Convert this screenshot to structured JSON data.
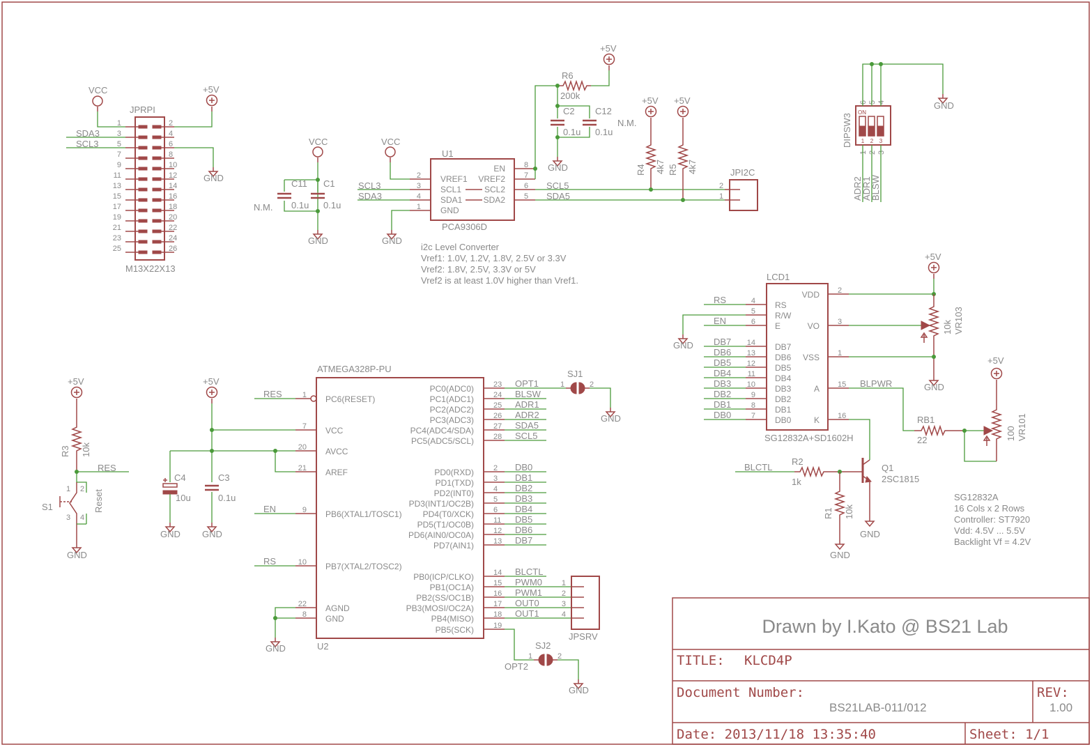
{
  "frame": {
    "border_color": "#a04848",
    "wire_color": "#4a9a3a",
    "text_color": "#8a8a8a"
  },
  "title_block": {
    "drawn_by": "Drawn by I.Kato @ BS21 Lab",
    "title_label": "TITLE:",
    "title": "KLCD4P",
    "doc_label": "Document Number:",
    "doc_number": "BS21LAB-011/012",
    "rev_label": "REV:",
    "rev": "1.00",
    "date": "Date: 2013/11/18 13:35:40",
    "sheet": "Sheet: 1/1"
  },
  "jprpi": {
    "name": "JPRPI",
    "value": "M13X22X13",
    "vcc": "VCC",
    "p5v": "+5V",
    "gnd": "GND",
    "net_sda3": "SDA3",
    "net_scl3": "SCL3",
    "left_pins": [
      "1",
      "3",
      "5",
      "7",
      "9",
      "11",
      "13",
      "15",
      "17",
      "19",
      "21",
      "23",
      "25"
    ],
    "right_pins": [
      "2",
      "4",
      "6",
      "8",
      "10",
      "12",
      "14",
      "16",
      "18",
      "20",
      "22",
      "24",
      "26"
    ]
  },
  "caps_u1": {
    "vcc": "VCC",
    "c11": "C11",
    "c11_val": "0.1u",
    "nm": "N.M.",
    "c1": "C1",
    "c1_val": "0.1u",
    "gnd": "GND"
  },
  "u1": {
    "name": "U1",
    "value": "PCA9306D",
    "vcc": "VCC",
    "gnd": "GND",
    "left_pins": [
      "2",
      "3",
      "4",
      "1"
    ],
    "left_labels": [
      "VREF1",
      "SCL1",
      "SDA1",
      "GND"
    ],
    "right_pins": [
      "8",
      "7",
      "6",
      "5"
    ],
    "right_labels": [
      "EN",
      "VREF2",
      "SCL2",
      "SDA2"
    ],
    "net_scl3": "SCL3",
    "net_sda3": "SDA3",
    "net_scl5": "SCL5",
    "net_sda5": "SDA5",
    "note": [
      "i2c Level Converter",
      "Vref1: 1.0V, 1.2V, 1.8V, 2.5V or 3.3V",
      "Vref2: 1.8V, 2.5V, 3.3V or 5V",
      "Vref2 is at least 1.0V higher than Vref1."
    ]
  },
  "r6_group": {
    "p5v": "+5V",
    "r6": "R6",
    "r6_val": "200k",
    "c2": "C2",
    "c2_val": "0.1u",
    "c12": "C12",
    "c12_nm": "N.M.",
    "c12_val": "0.1u",
    "gnd": "GND"
  },
  "pullups": {
    "p5v_a": "+5V",
    "p5v_b": "+5V",
    "r4": "R4",
    "r4_val": "4k7",
    "r5": "R5",
    "r5_val": "4k7"
  },
  "jpi2c": {
    "name": "JPI2C",
    "pins": [
      "2",
      "1"
    ]
  },
  "dipsw": {
    "name": "DIPSW3",
    "top_pins": [
      "6",
      "5",
      "4"
    ],
    "bottom_pins": [
      "1",
      "2",
      "3"
    ],
    "switch_nums": [
      "1",
      "2",
      "3"
    ],
    "on": "ON",
    "gnd": "GND",
    "nets": [
      "ADR2",
      "ADR1",
      "BLSW"
    ]
  },
  "lcd": {
    "name": "LCD1",
    "value": "SG12832A+SD1602H",
    "p5v": "+5V",
    "gnd_a": "GND",
    "gnd_b": "GND",
    "left_nets": [
      "RS",
      "",
      "EN",
      "DB7",
      "DB6",
      "DB5",
      "DB4",
      "DB3",
      "DB2",
      "DB1",
      "DB0"
    ],
    "left_pins": [
      "4",
      "5",
      "6",
      "14",
      "13",
      "12",
      "11",
      "10",
      "9",
      "8",
      "7"
    ],
    "left_labels": [
      "RS",
      "R/W",
      "E",
      "DB7",
      "DB6",
      "DB5",
      "DB4",
      "DB3",
      "DB2",
      "DB1",
      "DB0"
    ],
    "right_pins": [
      "2",
      "3",
      "1",
      "15",
      "16"
    ],
    "right_labels": [
      "VDD",
      "VO",
      "VSS",
      "A",
      "K"
    ],
    "net_blpwr": "BLPWR",
    "vr103": "VR103",
    "vr103_val": "10k"
  },
  "backlight": {
    "p5v": "+5V",
    "rb1": "RB1",
    "rb1_val": "22",
    "vr101": "VR101",
    "vr101_val": "100",
    "q1": "Q1",
    "q1_val": "2SC1815",
    "r2": "R2",
    "r2_val": "1k",
    "r1": "R1",
    "r1_val": "10k",
    "net_blctl": "BLCTL",
    "gnd_a": "GND",
    "gnd_b": "GND"
  },
  "lcd_note": [
    "SG12832A",
    "16 Cols x 2 Rows",
    "Controller: ST7920",
    "Vdd: 4.5V ... 5.5V",
    "Backlight Vf = 4.2V"
  ],
  "reset": {
    "p5v": "+5V",
    "r3": "R3",
    "r3_val": "10k",
    "net_res": "RES",
    "s1": "S1",
    "s1_label": "Reset",
    "pins": [
      "1",
      "2",
      "3",
      "4"
    ],
    "gnd": "GND"
  },
  "decoupling": {
    "p5v": "+5V",
    "c4": "C4",
    "c4_val": "10u",
    "c3": "C3",
    "c3_val": "0.1u",
    "gnd_a": "GND",
    "gnd_b": "GND"
  },
  "u2": {
    "name": "ATMEGA328P-PU",
    "ref": "U2",
    "left_nets": [
      "RES",
      "EN",
      "RS"
    ],
    "left_pins": [
      "1",
      "7",
      "20",
      "21",
      "9",
      "10",
      "22",
      "8"
    ],
    "left_labels": [
      "PC6(RESET)",
      "VCC",
      "AVCC",
      "AREF",
      "PB6(XTAL1/TOSC1)",
      "PB7(XTAL2/TOSC2)",
      "AGND",
      "GND"
    ],
    "right_pins": [
      "23",
      "24",
      "25",
      "26",
      "27",
      "28",
      "2",
      "3",
      "4",
      "5",
      "6",
      "11",
      "12",
      "13",
      "14",
      "15",
      "16",
      "17",
      "18",
      "19"
    ],
    "right_labels": [
      "PC0(ADC0)",
      "PC1(ADC1)",
      "PC2(ADC2)",
      "PC3(ADC3)",
      "PC4(ADC4/SDA)",
      "PC5(ADC5/SCL)",
      "PD0(RXD)",
      "PD1(TXD)",
      "PD2(INT0)",
      "PD3(INT1/OC2B)",
      "PD4(T0/XCK)",
      "PD5(T1/OC0B)",
      "PD6(AIN0/OC0A)",
      "PD7(AIN1)",
      "PB0(ICP/CLKO)",
      "PB1(OC1A)",
      "PB2(SS/OC1B)",
      "PB3(MOSI/OC2A)",
      "PB4(MISO)",
      "PB5(SCK)"
    ],
    "right_nets": [
      "OPT1",
      "BLSW",
      "ADR1",
      "ADR2",
      "SDA5",
      "SCL5",
      "DB0",
      "DB1",
      "DB2",
      "DB3",
      "DB4",
      "DB5",
      "DB6",
      "DB7",
      "BLCTL",
      "PWM0",
      "PWM1",
      "OUT0",
      "OUT1",
      ""
    ],
    "gnd": "GND"
  },
  "sj": {
    "sj1": "SJ1",
    "sj2": "SJ2",
    "opt2": "OPT2",
    "pin1": "1",
    "pin2": "2",
    "gnd_a": "GND",
    "gnd_b": "GND"
  },
  "jpsrv": {
    "name": "JPSRV",
    "pins": [
      "1",
      "2",
      "3",
      "4"
    ]
  }
}
